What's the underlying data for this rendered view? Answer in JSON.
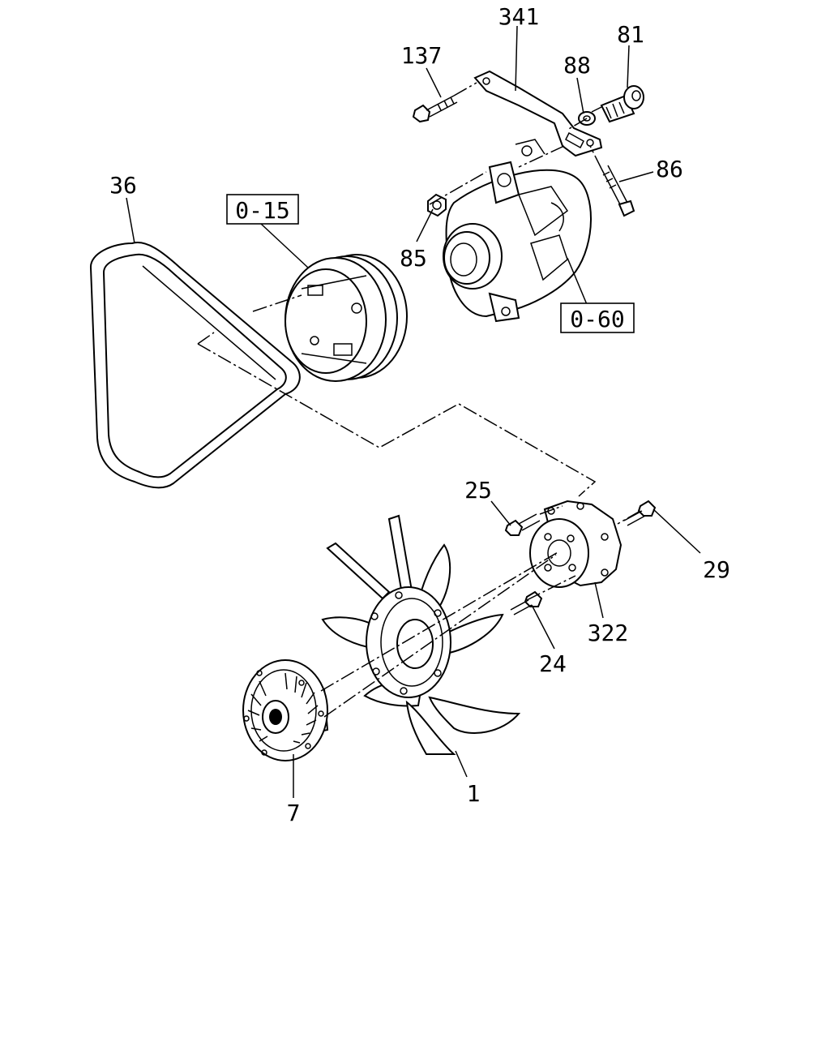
{
  "callouts": {
    "c341": "341",
    "c137": "137",
    "c88": "88",
    "c81": "81",
    "c86": "86",
    "c36": "36",
    "c85": "85",
    "c25": "25",
    "c29": "29",
    "c322": "322",
    "c24": "24",
    "c1": "1",
    "c7": "7"
  },
  "reference_boxes": {
    "ref_015": "0-15",
    "ref_060": "0-60"
  }
}
